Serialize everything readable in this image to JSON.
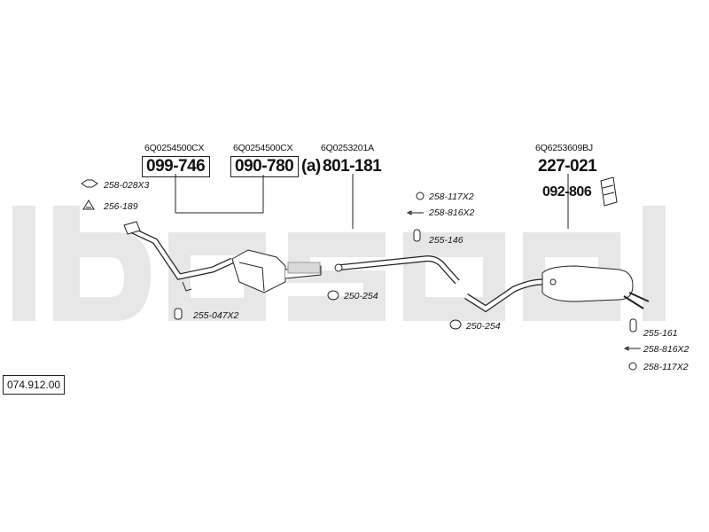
{
  "header": {
    "oem_1": "6Q0254500CX",
    "oem_2": "6Q0254500CX",
    "oem_3": "6Q0253201A",
    "oem_4": "6Q6253609BJ"
  },
  "main_parts": {
    "part_1": "099-746",
    "part_2": "090-780",
    "part_2_suffix": "(a)",
    "part_3": "801-181",
    "part_4": "227-021",
    "part_5": "092-806"
  },
  "accessories": {
    "a1": "258-028X3",
    "a2": "256-189",
    "a3": "255-047X2",
    "a4": "250-254",
    "a5": "258-117X2",
    "a6": "258-816X2",
    "a7": "255-146",
    "a8": "250-254",
    "a9": "255-161",
    "a10": "258-816X2",
    "a11": "258-117X2"
  },
  "reference_number": "074.912.00",
  "colors": {
    "watermark": "#e6e6e6",
    "line": "#222222"
  }
}
